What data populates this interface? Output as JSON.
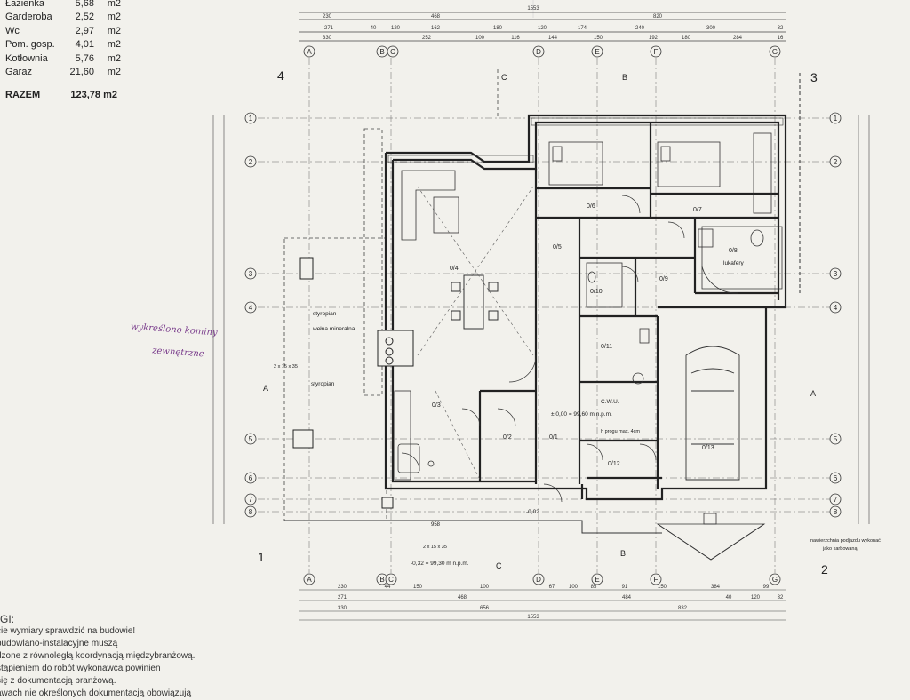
{
  "areas": [
    {
      "name": "Łazienka",
      "value": "5,68",
      "unit": "m2"
    },
    {
      "name": "Garderoba",
      "value": "2,52",
      "unit": "m2"
    },
    {
      "name": "Wc",
      "value": "2,97",
      "unit": "m2"
    },
    {
      "name": "Pom. gosp.",
      "value": "4,01",
      "unit": "m2"
    },
    {
      "name": "Kotłownia",
      "value": "5,76",
      "unit": "m2"
    },
    {
      "name": "Garaż",
      "value": "21,60",
      "unit": "m2"
    }
  ],
  "total": {
    "label": "RAZEM",
    "value": "123,78 m2"
  },
  "top_dims_row1": [
    "230",
    "468",
    "820"
  ],
  "top_total": "1553",
  "top_dims_row2": [
    "271",
    "40",
    "120",
    "162",
    "180",
    "120",
    "174",
    "240",
    "300",
    "32"
  ],
  "top_dims_row3": [
    "330",
    "252",
    "100",
    "116",
    "144",
    "150",
    "192",
    "180",
    "284",
    "16"
  ],
  "bottom_dims_row1": [
    "230",
    "44",
    "150",
    "100",
    "67",
    "100",
    "85",
    "91",
    "150",
    "384",
    "99"
  ],
  "bottom_dims_row2": [
    "271",
    "468",
    "484",
    "40",
    "120",
    "32"
  ],
  "bottom_dims_row3": [
    "330",
    "656",
    "832"
  ],
  "bottom_total": "1553",
  "axes_letters": [
    "A",
    "B",
    "C",
    "D",
    "E",
    "F",
    "G"
  ],
  "axes_numbers": [
    "1",
    "2",
    "3",
    "4",
    "5",
    "6",
    "7",
    "8"
  ],
  "section_marks": {
    "c": "C",
    "b": "B",
    "a": "A"
  },
  "corner_numbers": [
    "4",
    "3",
    "1",
    "2"
  ],
  "rooms": [
    "0/1",
    "0/2",
    "0/3",
    "0/4",
    "0/5",
    "0/6",
    "0/7",
    "0/8",
    "0/9",
    "0/10",
    "0/11",
    "0/12",
    "0/13"
  ],
  "labels": {
    "styropian1": "styropian",
    "welna": "wełna mineralna",
    "styropian2": "styropian",
    "cwu": "C.W.U.",
    "lukafery": "lukafery",
    "level0": "± 0,00 = 99,60 m n.p.m.",
    "level_out": "-0,32 = 99,30 m n.p.m.",
    "drop": "-0,02",
    "prog": "h progu max. 4cm",
    "nawierzchnia1": "nawierzchnia podjazdu wykonać",
    "nawierzchnia2": "jako karbowaną",
    "chimney": "2 x 15 x 35",
    "chimney2": "2 x 15 x 35",
    "dim_958": "958"
  },
  "notes": {
    "header": "GI:",
    "lines": [
      "cie wymiary sprawdzić na budowie!",
      "budowlano-instalacyjne muszą",
      "dzone z równoległą koordynacją międzybranżową.",
      "stąpieniem do robót wykonawca powinien",
      "się z dokumentacją branżową.",
      "awach nie określonych dokumentacją obowiązują"
    ]
  },
  "handwriting": {
    "line1": "wykreślono kominy",
    "line2": "zewnętrzne"
  },
  "colors": {
    "paper": "#f2f1ec",
    "ink": "#2a2a2a",
    "pen": "#7a3d8c"
  }
}
